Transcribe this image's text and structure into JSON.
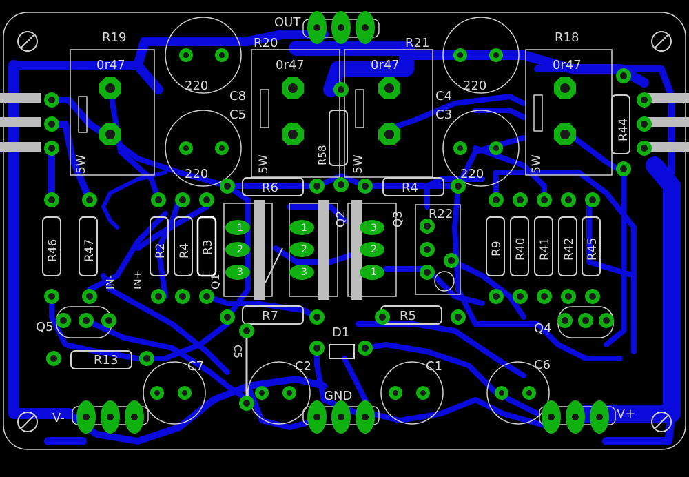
{
  "labels": {
    "out": "OUT",
    "gnd": "GND",
    "vminus": "V-",
    "vplus": "V+",
    "r19": "R19",
    "r20": "R20",
    "r21": "R21",
    "r18": "R18",
    "r19v": "0r47",
    "r20v": "0r47",
    "r21v": "0r47",
    "r18v": "0r47",
    "w5a": "5W",
    "w5b": "5W",
    "w5c": "5W",
    "w5d": "5W",
    "c8": "C8",
    "c5": "C5",
    "c4": "C4",
    "c3": "C3",
    "cv1": "220",
    "cv2": "220",
    "cv3": "220",
    "cv4": "220",
    "r6": "R6",
    "r4top": "R4",
    "r58": "R58",
    "q2": "Q2",
    "q3": "Q3",
    "q1": "Q1",
    "r22": "R22",
    "r44": "R44",
    "r46": "R46",
    "r47": "R47",
    "r2": "R2",
    "r4": "R4",
    "r3": "R3",
    "inm": "IN-",
    "inp": "IN+",
    "r9": "R9",
    "r40": "R40",
    "r41": "R41",
    "r42": "R42",
    "r45": "R45",
    "r7": "R7",
    "r5": "R5",
    "d1": "D1",
    "q5": "Q5",
    "q4": "Q4",
    "r13": "R13",
    "c7": "C7",
    "c2": "C2",
    "c1": "C1",
    "c6": "C6",
    "c5b": "C5",
    "pin1a": "1",
    "pin2a": "2",
    "pin3a": "3",
    "pin1b": "1",
    "pin2b": "2",
    "pin3b": "3",
    "pin1c": "1",
    "pin2c": "2",
    "pin3c": "3"
  },
  "colors": {
    "trace": "#0a0adc",
    "pad": "#10b010",
    "silk": "#d0d0d0",
    "board": "#000000"
  }
}
